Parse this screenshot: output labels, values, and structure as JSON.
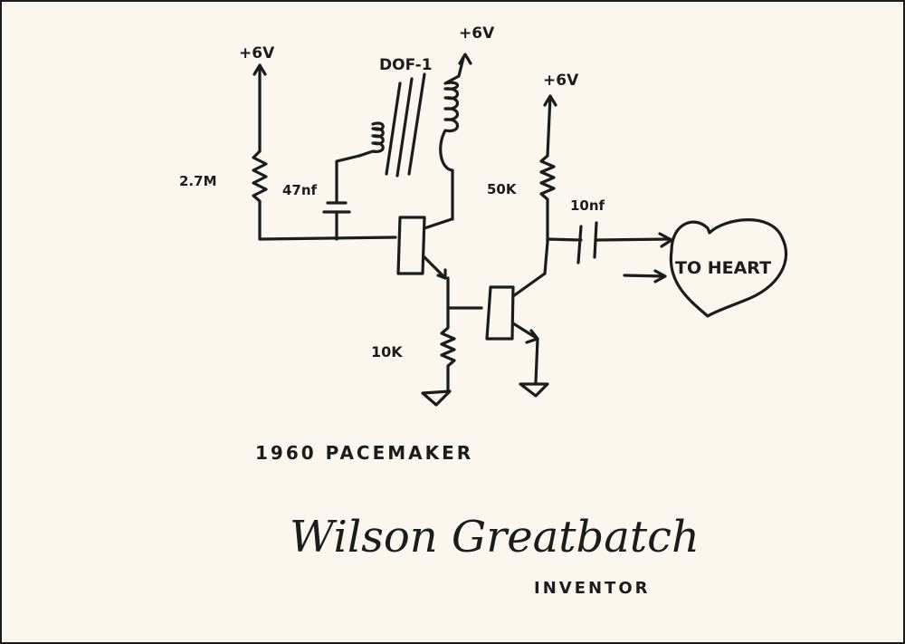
{
  "diagram": {
    "title": "1960 PACEMAKER",
    "signature": "Wilson Greatbatch",
    "signature_role": "INVENTOR",
    "supply_labels": [
      "+6V",
      "+6V",
      "+6V"
    ],
    "components": {
      "transformer": "DOF-1",
      "r1": "2.7M",
      "c1": "47nf",
      "r2": "50K",
      "c2": "10nf",
      "r3": "10K"
    },
    "output_label": "TO HEART"
  }
}
